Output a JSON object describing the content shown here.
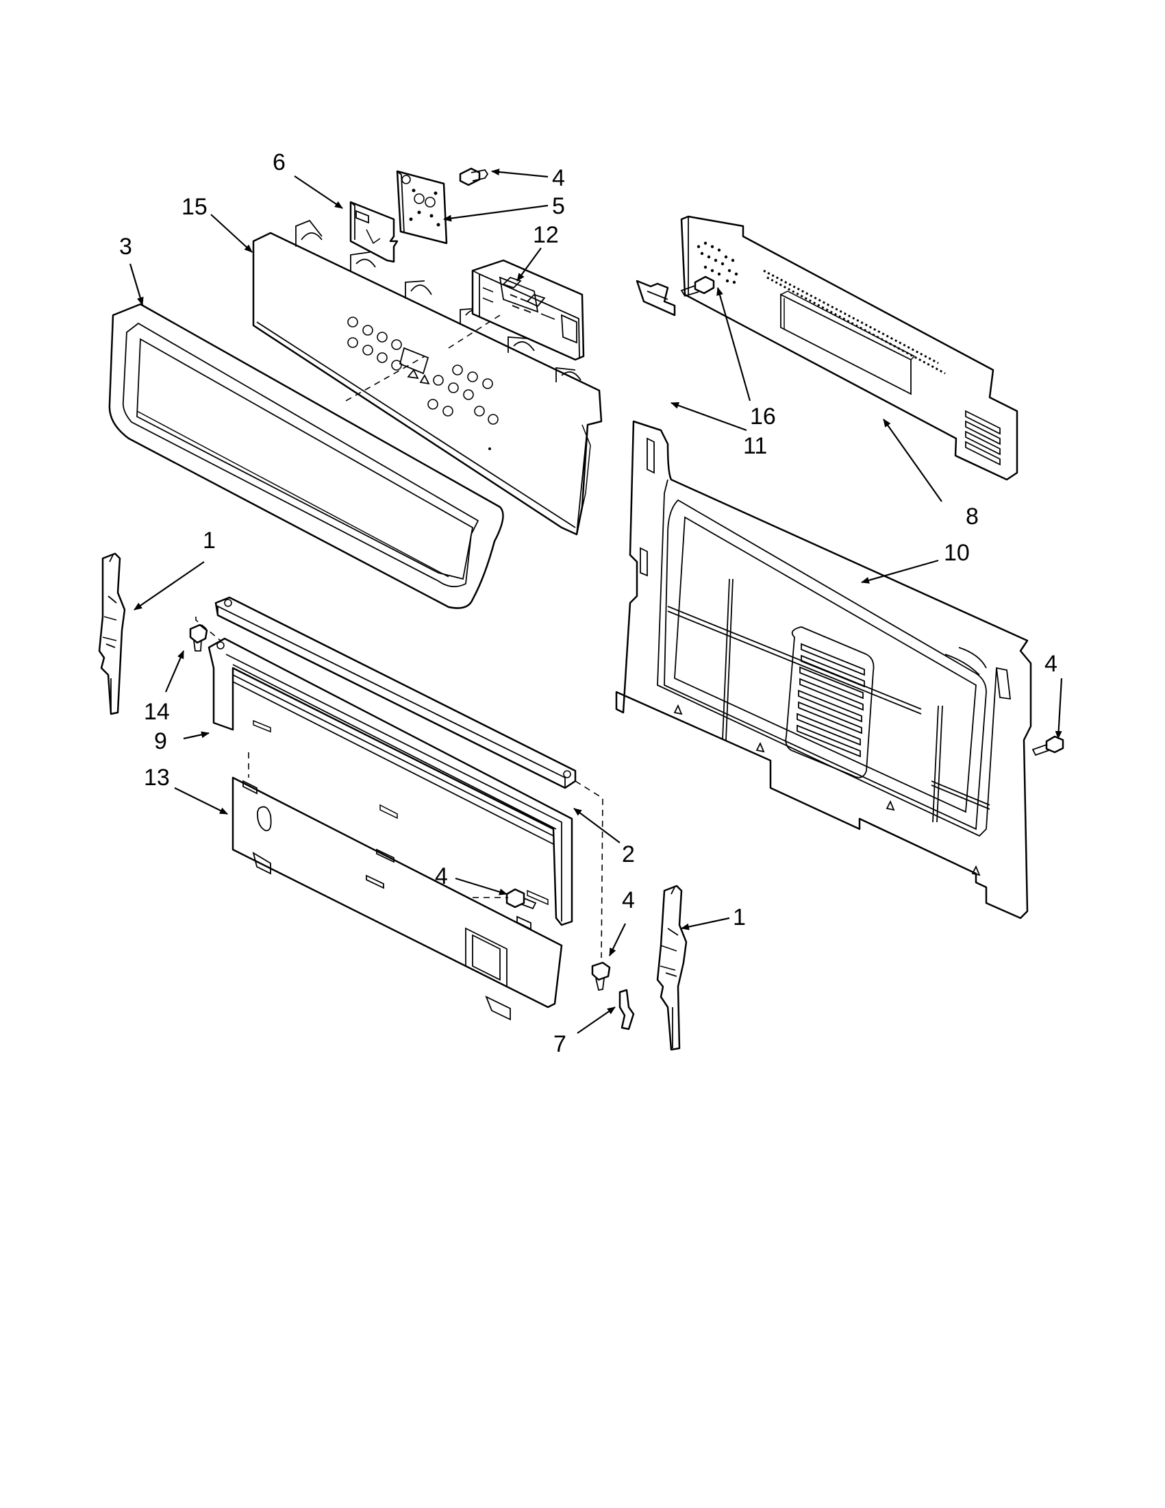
{
  "callouts": {
    "c6": "6",
    "c4_screw_top": "4",
    "c5": "5",
    "c15": "15",
    "c12": "12",
    "c3": "3",
    "c16": "16",
    "c11": "11",
    "c8": "8",
    "c10": "10",
    "c1_left": "1",
    "c14": "14",
    "c9": "9",
    "c13": "13",
    "c4_right": "4",
    "c2": "2",
    "c4_center": "4",
    "c4_lower": "4",
    "c1_right": "1",
    "c7": "7"
  }
}
